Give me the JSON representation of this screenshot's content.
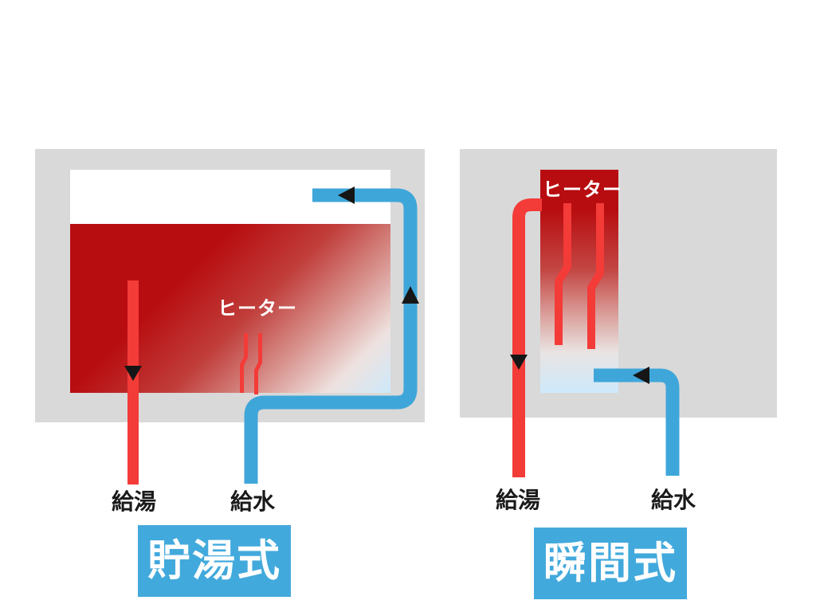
{
  "colors": {
    "housing": "#d9d9d9",
    "water_hot": "#b80d10",
    "pipe_red": "#f33b38",
    "pipe_blue": "#3fa6d9",
    "label_box_blue": "#42a9dc",
    "arrow_black": "#161616",
    "cold_fade_blue": "#cde9fa",
    "text_black": "#1a1a1a",
    "text_white": "#ffffff"
  },
  "left_diagram": {
    "heater_label": "ヒーター",
    "outlet_label": "給湯",
    "inlet_label": "給水",
    "title": "貯湯式"
  },
  "right_diagram": {
    "heater_label": "ヒーター",
    "outlet_label": "給湯",
    "inlet_label": "給水",
    "title": "瞬間式"
  }
}
